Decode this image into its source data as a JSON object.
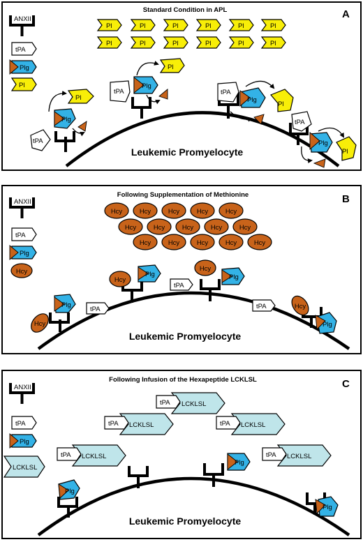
{
  "colors": {
    "tPA": "#ffffff",
    "Plg": "#33b2e6",
    "Pl": "#f8ee08",
    "Hcy": "#c8631a",
    "LCKLSL": "#bfe5ea",
    "cleaved_fragment": "#c8631a"
  },
  "legend_labels": {
    "anxii": "ANXII",
    "tpa": "tPA",
    "plg": "Plg",
    "pl": "Pl",
    "hcy": "Hcy",
    "lcklsl": "LCKLSL"
  },
  "panels": [
    {
      "letter": "A",
      "title": "Standard Condition in APL",
      "cell_label": "Leukemic Promyelocyte"
    },
    {
      "letter": "B",
      "title": "Following Supplementation of Methionine",
      "cell_label": "Leukemic Promyelocyte"
    },
    {
      "letter": "C",
      "title": "Following Infusion of the Hexapeptide LCKLSL",
      "cell_label": "Leukemic Promyelocyte"
    }
  ]
}
